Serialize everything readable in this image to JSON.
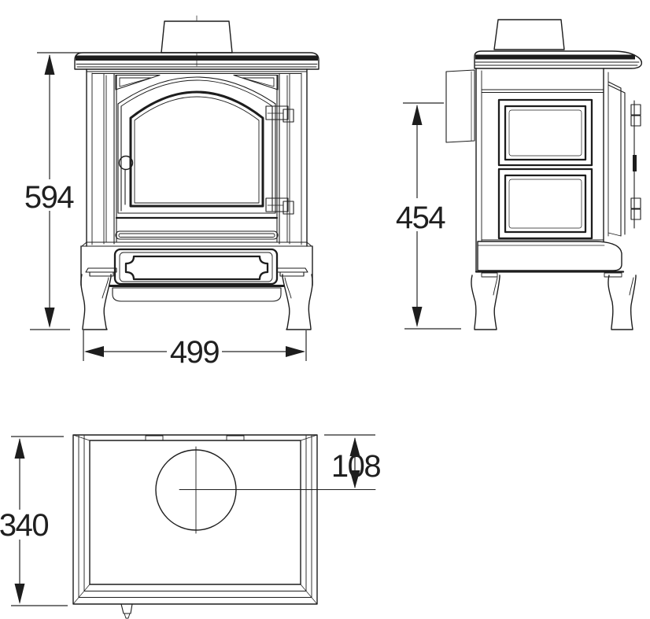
{
  "drawing": {
    "front_view": {
      "height": "594",
      "width": "499"
    },
    "side_view": {
      "height": "454"
    },
    "top_view": {
      "depth": "340",
      "flue_center_offset": "108"
    }
  },
  "colors": {
    "line": "#1d1d1d",
    "background": "#ffffff",
    "dimension_text": "#1f1f1f"
  }
}
